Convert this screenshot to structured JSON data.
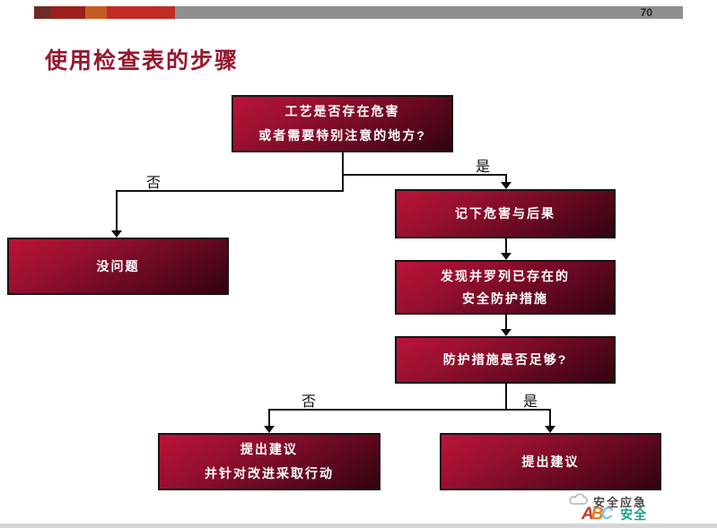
{
  "page_number": "70",
  "title": "使用检查表的步骤",
  "flow": {
    "q1_line1": "工艺是否存在危害",
    "q1_line2": "或者需要特别注意的地方?",
    "no_problem": "没问题",
    "record": "记下危害与后果",
    "find_line1": "发现并罗列已存在的",
    "find_line2": "安全防护措施",
    "enough": "防护措施是否足够?",
    "suggest_act_line1": "提出建议",
    "suggest_act_line2": "并针对改进采取行动",
    "suggest": "提出建议",
    "label_no1": "否",
    "label_yes1": "是",
    "label_no2": "否",
    "label_yes2": "是"
  },
  "logo": {
    "name": "安全应急",
    "letter_a": "A",
    "letter_b": "B",
    "letter_c": "C",
    "word": "安全"
  },
  "colors": {
    "box_gradient_top": "#bb1439",
    "box_gradient_bottom": "#31030f",
    "title_color": "#97182f",
    "bar_gray": "#8f8f8f",
    "bar_reds": [
      "#6f2a26",
      "#9c1f1d",
      "#c75c22",
      "#c02b24"
    ],
    "logo_teal": "#16a085"
  }
}
